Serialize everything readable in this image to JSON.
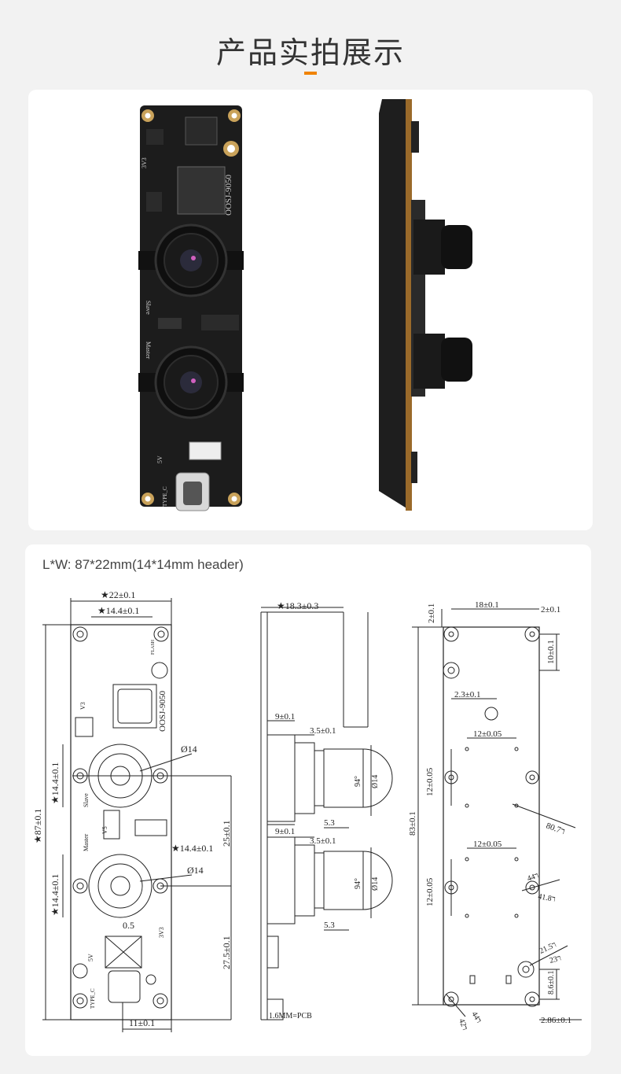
{
  "header": {
    "title": "产品实拍展示",
    "accent_color": "#f08300"
  },
  "photos": {
    "front": {
      "silk_model": "OOSJ-9050",
      "silk_slave": "Slave",
      "silk_master": "Master",
      "silk_3v3": "3V3",
      "silk_5v": "5V",
      "silk_typec": "TYPE_C",
      "pcb_color": "#1c1c1c",
      "pad_color": "#c9a25a"
    },
    "side": {
      "pcb_edge_color": "#9a6a2a"
    }
  },
  "drawing": {
    "dims_label": "L*W: 87*22mm(14*14mm header)",
    "front_view": {
      "silk_model": "OOSJ-9050",
      "silk_slave": "Slave",
      "silk_master": "Master",
      "silk_v3": "V3",
      "silk_v5": "V5",
      "silk_3v3": "3V3",
      "silk_5v": "5V",
      "silk_typec": "TYPE_C",
      "silk_flash": "FLASH",
      "dim_width": "★22±0.1",
      "dim_header_top": "★14.4±0.1",
      "dim_lens1_h": "★14.4±0.1",
      "dim_lens2_h": "★14.4±0.1",
      "dim_total_h": "★87±0.1",
      "dim_header_mid": "★14.4±0.1",
      "dim_lens1_dia": "Ø14",
      "dim_lens2_dia": "Ø14",
      "dim_25": "25±0.1",
      "dim_275": "27.5±0.1",
      "dim_05": "0.5",
      "dim_11": "11±0.1"
    },
    "side_view": {
      "dim_183": "★18.3±0.3",
      "dim_9a": "9±0.1",
      "dim_35a": "3.5±0.1",
      "dim_angle_a": "94°",
      "dim_dia_a": "Ø14",
      "dim_53a": "5.3",
      "dim_9b": "9±0.1",
      "dim_35b": "3.5±0.1",
      "dim_angle_b": "94°",
      "dim_dia_b": "Ø14",
      "dim_53b": "5.3",
      "dim_pcb": "1.6MM=PCB"
    },
    "back_view": {
      "dim_2top": "2±0.1",
      "dim_18": "18±0.1",
      "dim_2right": "2±0.1",
      "dim_10": "10±0.1",
      "dim_23": "2.3±0.1",
      "dim_12a": "12±0.05",
      "dim_12av": "12±0.05",
      "dim_83": "83±0.1",
      "dim_hole07": "8ר0.7",
      "dim_12b": "12±0.05",
      "dim_12bv": "12±0.05",
      "dim_4x4": "4ר4",
      "dim_4x18": "4ר1.8",
      "dim_2x15": "2ר1.5",
      "dim_2x3": "2ר3",
      "dim_86": "8.6±0.1",
      "dim_4x4b": "4ר4",
      "dim_4x2": "4ר2",
      "dim_286": "2.86±0.1"
    }
  }
}
